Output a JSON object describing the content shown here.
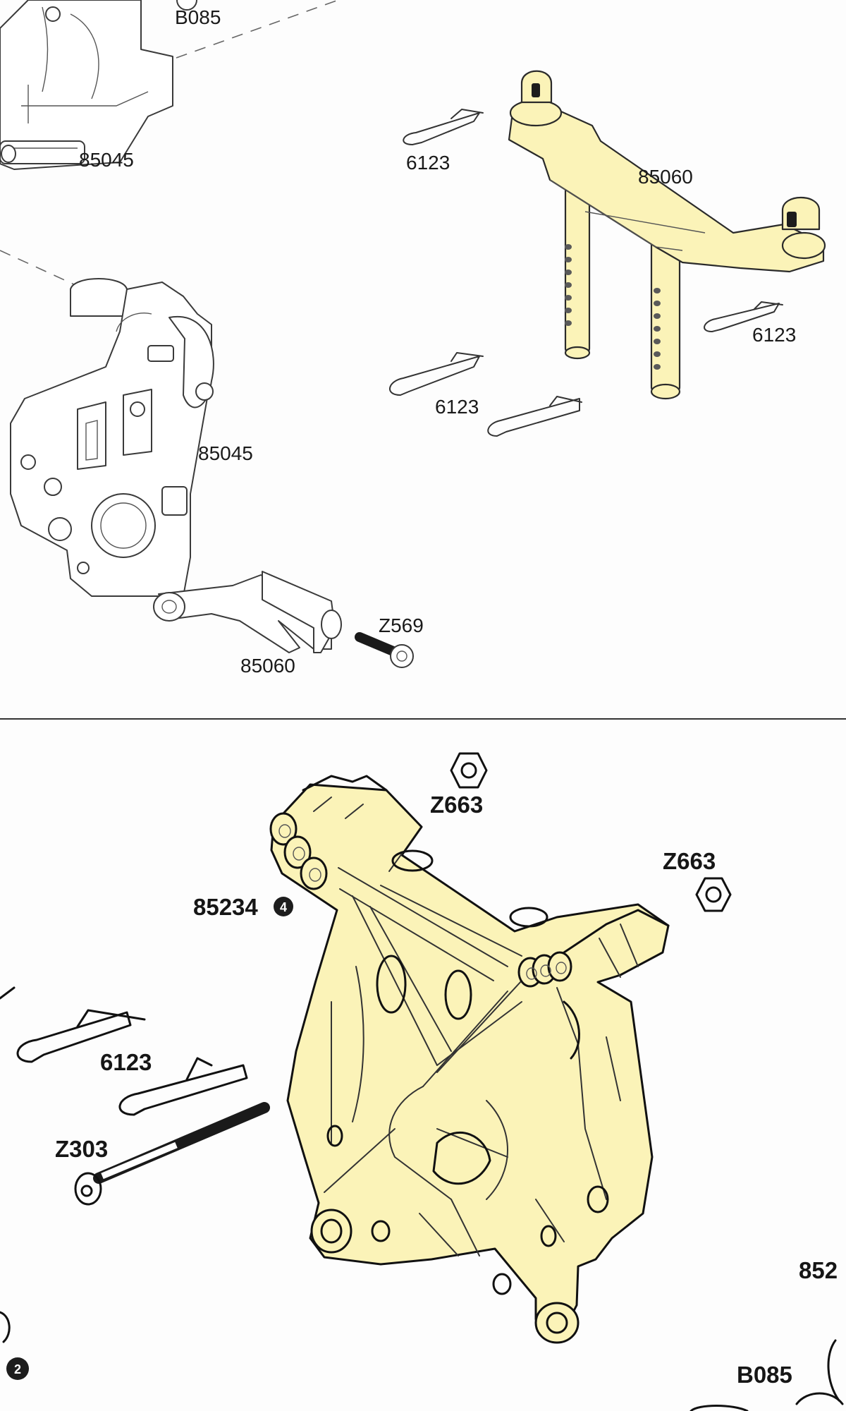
{
  "top_panel": {
    "labels": {
      "b085": "B085",
      "mount_upper": "85045",
      "clip_a": "6123",
      "post_top": "85060",
      "clip_b": "6123",
      "clip_c": "6123",
      "mount_lower": "85045",
      "screw": "Z569",
      "post_bottom": "85060"
    }
  },
  "bottom_panel": {
    "labels": {
      "nut_a": "Z663",
      "nut_b": "Z663",
      "tower": "85234",
      "clip": "6123",
      "bolt": "Z303",
      "partial_right": "852",
      "b085": "B085"
    },
    "callouts": {
      "tower_num": "4",
      "left_num": "2"
    }
  },
  "colors": {
    "highlight": "#fbf3b8",
    "outline": "#2a2a2a",
    "divider": "#333333",
    "background": "#fdfdfd"
  }
}
